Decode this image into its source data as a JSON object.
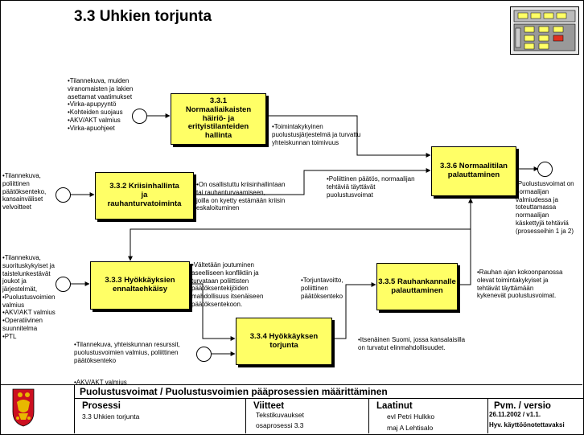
{
  "title": "3.3 Uhkien torjunta",
  "boxes": {
    "b331": "3.3.1\nNormaaliaikaisten\nhäiriö- ja\nerityistilanteiden\nhallinta",
    "b332": "3.3.2 Kriisinhallinta\nja\nrauhanturvatoiminta",
    "b333": "3.3.3 Hyökkäyksien\nennaltaehkäisy",
    "b334": "3.3.4 Hyökkäyksen\ntorjunta",
    "b335": "3.3.5 Rauhankannalle\npalauttaminen",
    "b336": "3.3.6 Normaalitilan\npalauttaminen"
  },
  "notes": {
    "in331": "•Tilannekuva, muiden\nviranomaisten ja lakien\nasettamat vaatimukset\n•Virka-apupyyntö\n•Kohteiden suojaus\n•AKV/AKT valmius\n•Virka-apuohjeet",
    "in332": "•Tilannekuva,\npoliittinen\npäätöksenteko,\nkansainväliset\nvelvoitteet",
    "in333": "•Tilannekuva,\nsuorituskykyiset ja\ntaistelunkestävät\njoukot ja\njärjestelmät,\n•Puolustusvoimien\nvalmius\n•AKV/AKT valmius\n•Operatiivinen\nsuunnitelma\n•PTL",
    "in334": "•Tilannekuva, yhteiskunnan resurssit,\npuolustusvoimien valmius, poliittinen\npäätöksenteko",
    "stub": "•AKV/AKT valmius",
    "out331": "•Toimintakykyinen\npuolustusjärjestelmä ja turvattu\nyhteiskunnan toimivuus",
    "out332": "•On osallistuttu kriisinhallintaan\ntai rauhanturvaamiseen,\njoilla on kyetty estämään kriisin\neskaloituminen",
    "out333": "•Vältetään joutuminen\naseelliseen konfliktiin ja\nturvataan poliittisten\npäätöksentekijöiden\nmahdollisuus itsenäiseen\npäätöksentekoon.",
    "out334": "•Itsenäinen Suomi, jossa kansalaisilla\non turvatut elinmahdollisuudet.",
    "pol": "•Poliittinen päätös, normaalijan\ntehtäviä täyttävät\npuolustusvoimat",
    "torj": "•Torjuntavoitto,\npoliittinen\npäätöksenteko",
    "rauha": "•Rauhan ajan kokoonpanossa\nolevat  toimintakykyiset ja\ntehtävät täyttämään\nkykenevät puolustusvoimat.",
    "final": "•Puolustusvoimat on\n  normaalijan\n  valmiudessa ja\n   toteuttamassa\n   normaalijan\n   käskettyjä tehtäviä\n   (prosesseihin 1 ja 2)"
  },
  "footer": {
    "banner": "Puolustusvoimat / Puolustusvoimien pääprosessien määrittäminen",
    "prosessi_label": "Prosessi",
    "prosessi_value": "3.3 Uhkien torjunta",
    "viitteet_label": "Viitteet",
    "viitteet_value1": "Tekstikuvaukset",
    "viitteet_value2": "osaprosessi 3.3",
    "laatinut_label": "Laatinut",
    "laatinut_value1": "evl Petri Hulkko",
    "laatinut_value2": "maj A Lehtisalo",
    "pvm_label": "Pvm. / versio",
    "pvm_value1": "26.11.2002 / v1.1.",
    "pvm_value2": "Hyv. käyttöönotettavaksi"
  },
  "colors": {
    "box_fill": "#ffff66",
    "thumb_red": "#e03020",
    "logo_red": "#cc1020",
    "logo_gold": "#e8b800"
  }
}
